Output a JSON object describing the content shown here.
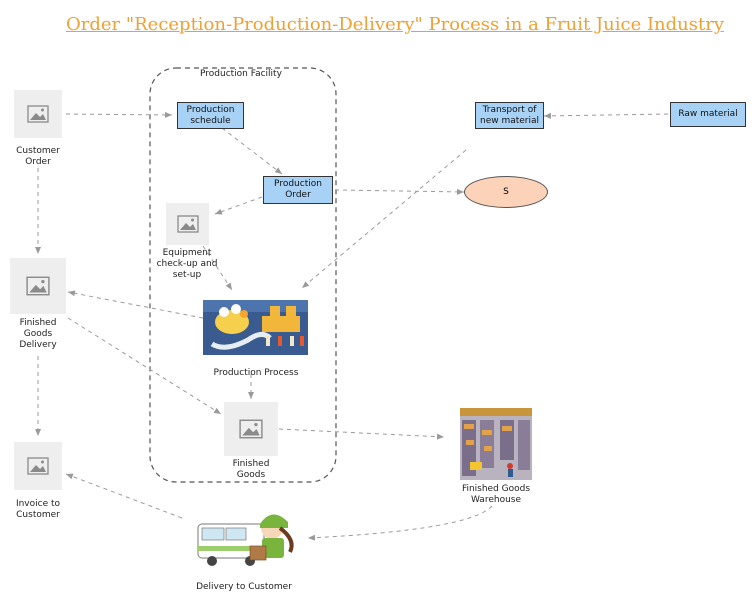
{
  "title": "Order \"Reception-Production-Delivery\" Process in a Fruit Juice Industry",
  "group": {
    "label": "Production Facility"
  },
  "nodes": {
    "customer_order": "Customer Order",
    "production_schedule": "Production schedule",
    "production_order": "Production Order",
    "transport": "Transport of new material",
    "raw_material": "Raw material",
    "s_node": "S",
    "equipment": "Equipment check-up and set-up",
    "finished_goods_delivery": "Finished Goods Delivery",
    "production_process": "Production Process",
    "finished_goods": "Finished Goods",
    "invoice": "Invoice to Customer",
    "warehouse": "Finished Goods Warehouse",
    "delivery": "Delivery to Customer"
  },
  "colors": {
    "title": "#f0a030",
    "box_fill": "#a8d1f6",
    "ellipse_fill": "#fcd2b8",
    "connector": "#9a9a9a",
    "placeholder": "#eeeeee"
  },
  "icons": {
    "placeholder": "image-placeholder-icon",
    "production": "juice-production-line-icon",
    "warehouse": "warehouse-shelves-icon",
    "delivery": "delivery-van-courier-icon"
  }
}
